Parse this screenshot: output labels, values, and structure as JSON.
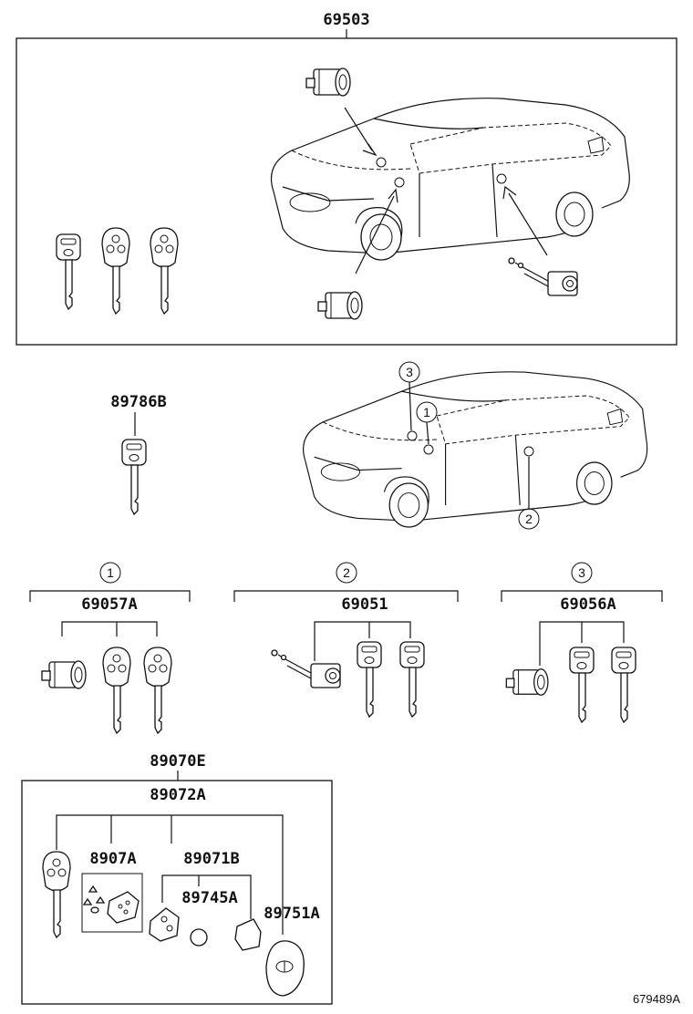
{
  "labels": {
    "group_top": "69503",
    "key_blank": "89786B",
    "callout_1": "1",
    "callout_2": "2",
    "callout_3": "3",
    "set_1": "69057A",
    "set_2": "69051",
    "set_3": "69056A",
    "transmitter_assy": "89070E",
    "transmitter_sub": "89072A",
    "case_parts": "8907A",
    "case_sub": "89071B",
    "battery": "89745A",
    "cover": "89751A",
    "illustration_id": "679489A"
  },
  "icons": [
    "key-cylinder-icon",
    "key-icon",
    "remote-key-icon",
    "car-outline-icon",
    "battery-icon",
    "fob-cover-icon"
  ]
}
